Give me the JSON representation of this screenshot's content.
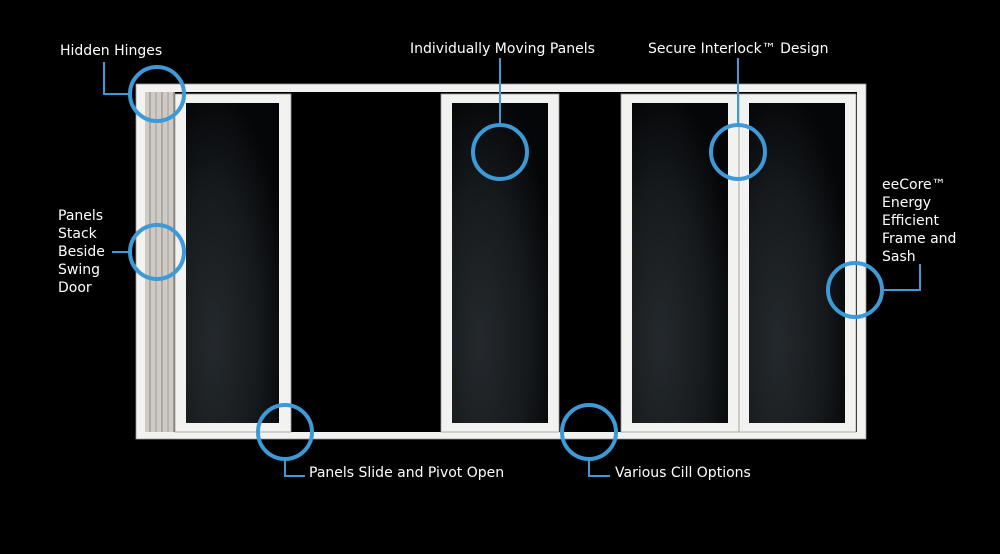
{
  "colors": {
    "accent": "#3d9ad6",
    "background": "#000000",
    "frame": "#f2f2f0"
  },
  "callouts": {
    "hidden_hinges": "Hidden Hinges",
    "panels_stack": [
      "Panels",
      "Stack",
      "Beside",
      "Swing",
      "Door"
    ],
    "individually_moving": "Individually Moving Panels",
    "secure_interlock": "Secure Interlock™ Design",
    "eecore": [
      "eeCore™",
      "Energy",
      "Efficient",
      "Frame and",
      "Sash"
    ],
    "panels_slide": "Panels Slide and Pivot Open",
    "various_cill": "Various Cill Options"
  }
}
